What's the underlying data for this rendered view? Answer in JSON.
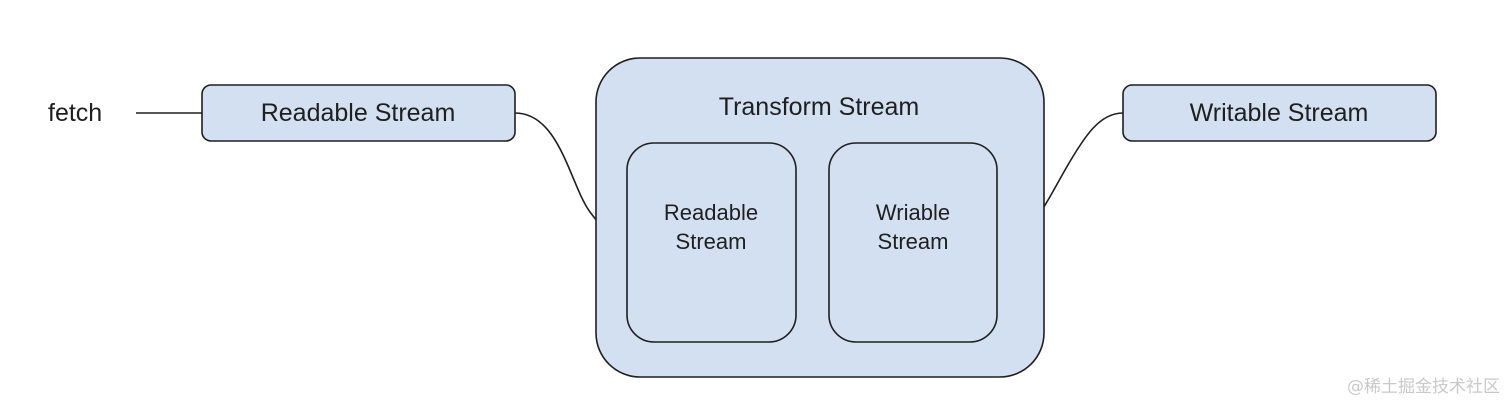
{
  "source_label": "fetch",
  "nodes": {
    "readable_stream": "Readable Stream",
    "transform_stream": {
      "title": "Transform Stream",
      "inner_readable": [
        "Readable",
        "Stream"
      ],
      "inner_writable": [
        "Wriable",
        "Stream"
      ]
    },
    "writable_stream": "Writable Stream"
  },
  "watermark": "@稀土掘金技术社区",
  "colors": {
    "node_fill": "#d3e0f1",
    "stroke": "#1f1f1f",
    "text": "#1f1f1f",
    "watermark": "#c9c9c9"
  }
}
